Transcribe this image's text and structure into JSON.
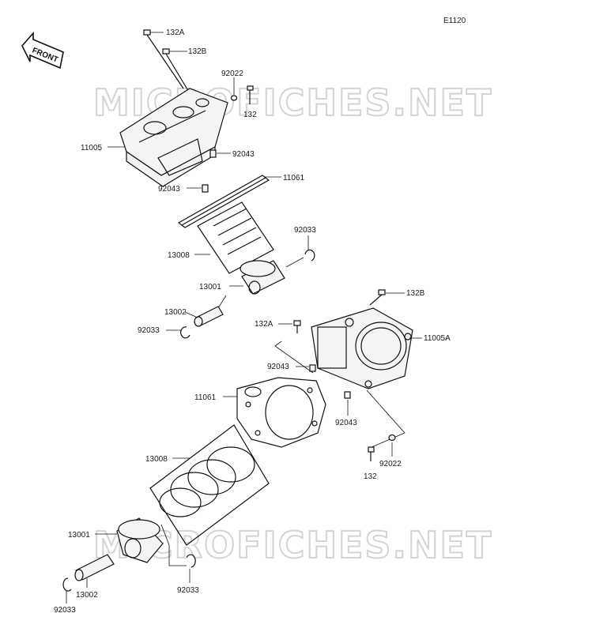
{
  "diagram_code": "E1120",
  "front_label": "FRONT",
  "watermark": "MICROFICHES.NET",
  "colors": {
    "line": "#111111",
    "watermark": "#d4d4d4",
    "background": "#ffffff"
  },
  "labels": {
    "top_bolt_a": "132A",
    "top_bolt_b": "132B",
    "top_washer": "92022",
    "top_stud": "132",
    "top_cylinder": "11005",
    "top_dowel_1": "92043",
    "top_dowel_2": "92043",
    "top_gasket": "11061",
    "top_rings": "13008",
    "top_clip_1": "92033",
    "top_piston": "13001",
    "top_pin": "13002",
    "top_clip_2": "92033",
    "rear_bolt_b": "132B",
    "rear_bolt_a": "132A",
    "rear_cylinder": "11005A",
    "rear_dowel_1": "92043",
    "rear_gasket": "11061",
    "rear_dowel_2": "92043",
    "rear_washer": "92022",
    "rear_stud": "132",
    "rear_rings": "13008",
    "rear_piston": "13001",
    "rear_clip_1": "92033",
    "rear_pin": "13002",
    "rear_clip_2": "92033"
  }
}
